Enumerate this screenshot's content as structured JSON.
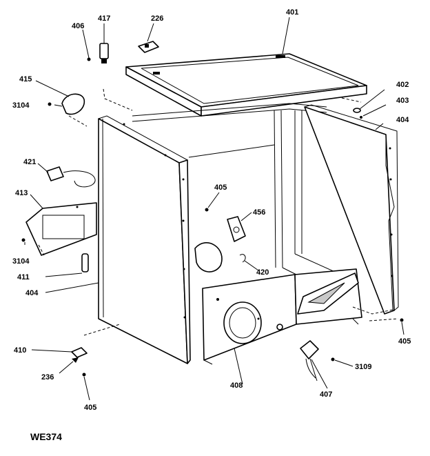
{
  "diagram_code": "WE374",
  "labels": [
    {
      "id": "406",
      "text": "406"
    },
    {
      "id": "417",
      "text": "417"
    },
    {
      "id": "226",
      "text": "226"
    },
    {
      "id": "401",
      "text": "401"
    },
    {
      "id": "415",
      "text": "415"
    },
    {
      "id": "3104a",
      "text": "3104"
    },
    {
      "id": "402",
      "text": "402"
    },
    {
      "id": "403",
      "text": "403"
    },
    {
      "id": "404r",
      "text": "404"
    },
    {
      "id": "421",
      "text": "421"
    },
    {
      "id": "405a",
      "text": "405"
    },
    {
      "id": "413",
      "text": "413"
    },
    {
      "id": "456",
      "text": "456"
    },
    {
      "id": "3104b",
      "text": "3104"
    },
    {
      "id": "420",
      "text": "420"
    },
    {
      "id": "411",
      "text": "411"
    },
    {
      "id": "404l",
      "text": "404"
    },
    {
      "id": "405r",
      "text": "405"
    },
    {
      "id": "410",
      "text": "410"
    },
    {
      "id": "3109",
      "text": "3109"
    },
    {
      "id": "236",
      "text": "236"
    },
    {
      "id": "408",
      "text": "408"
    },
    {
      "id": "407",
      "text": "407"
    },
    {
      "id": "405b",
      "text": "405"
    }
  ]
}
